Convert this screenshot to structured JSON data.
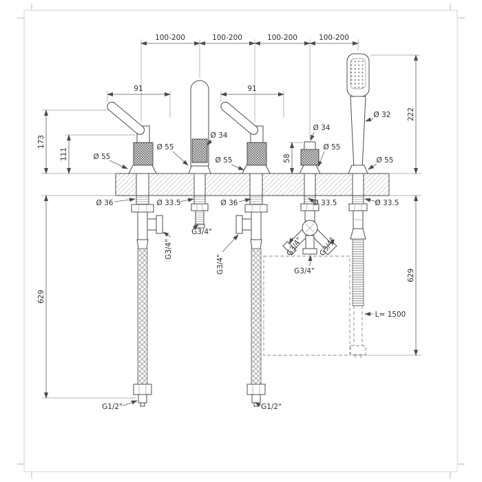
{
  "dims": {
    "span": "100-200",
    "lever_length": "91",
    "height_lever": "173",
    "height_lever_mid": "111",
    "height_shower": "222",
    "height_diverter": "58",
    "depth_below": "629",
    "dia_escutcheon": "Ø 55",
    "dia_spout": "Ø 34",
    "dia_shower_handle": "Ø 32",
    "dia_shank": "Ø 36",
    "dia_shank_small": "Ø 33.5",
    "thread_large": "G3/4\"",
    "thread_small": "G1/2\"",
    "hose_length": "L= 1500"
  }
}
